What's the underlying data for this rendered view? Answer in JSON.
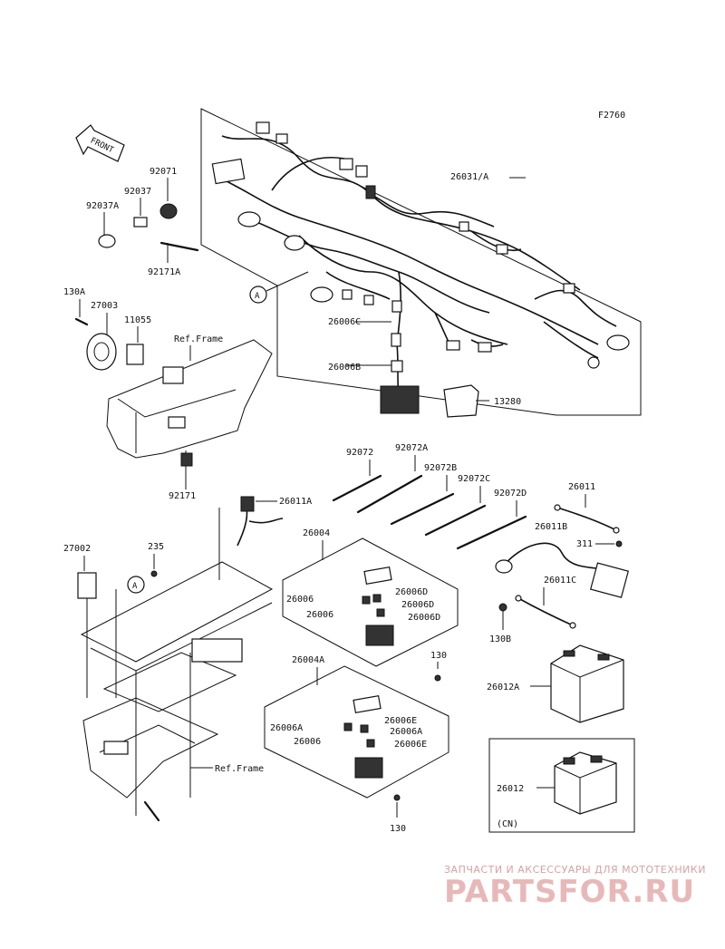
{
  "figure_code": "F2760",
  "front_label": "FRONT",
  "callouts": {
    "harness": "26031/A",
    "ref_a": "A",
    "sw_c": "26006C",
    "sw_b": "26006B",
    "bracket": "13280",
    "tie_1": "92072",
    "tie_1a": "92072A",
    "tie_1b": "92072B",
    "tie_1c": "92072C",
    "tie_1d": "92072D",
    "lead": "26011",
    "lead_a": "26011A",
    "lead_b": "26011B",
    "lead_c": "26011C",
    "bolt_311": "311",
    "bolt_130b": "130B",
    "battery_a": "26012A",
    "battery": "26012",
    "cn": "(CN)",
    "cap": "92071",
    "cl_92037": "92037",
    "cl_92037a": "92037A",
    "clamp": "92171A",
    "bolt_130a": "130A",
    "horn": "27003",
    "stay": "11055",
    "ref_frame": "Ref.Frame",
    "clip": "92171",
    "relay": "27002",
    "screw_235": "235",
    "fuse_box": "26004",
    "fuse_box_a": "26004A",
    "fuse": "26006",
    "fuse_d": "26006D",
    "fuse_a": "26006A",
    "fuse_e": "26006E",
    "bolt_130": "130"
  },
  "watermark": {
    "tagline": "ЗАПЧАСТИ И АКСЕССУАРЫ ДЛЯ МОТОТЕХНИКИ",
    "brand": "PARTSFOR.RU"
  }
}
